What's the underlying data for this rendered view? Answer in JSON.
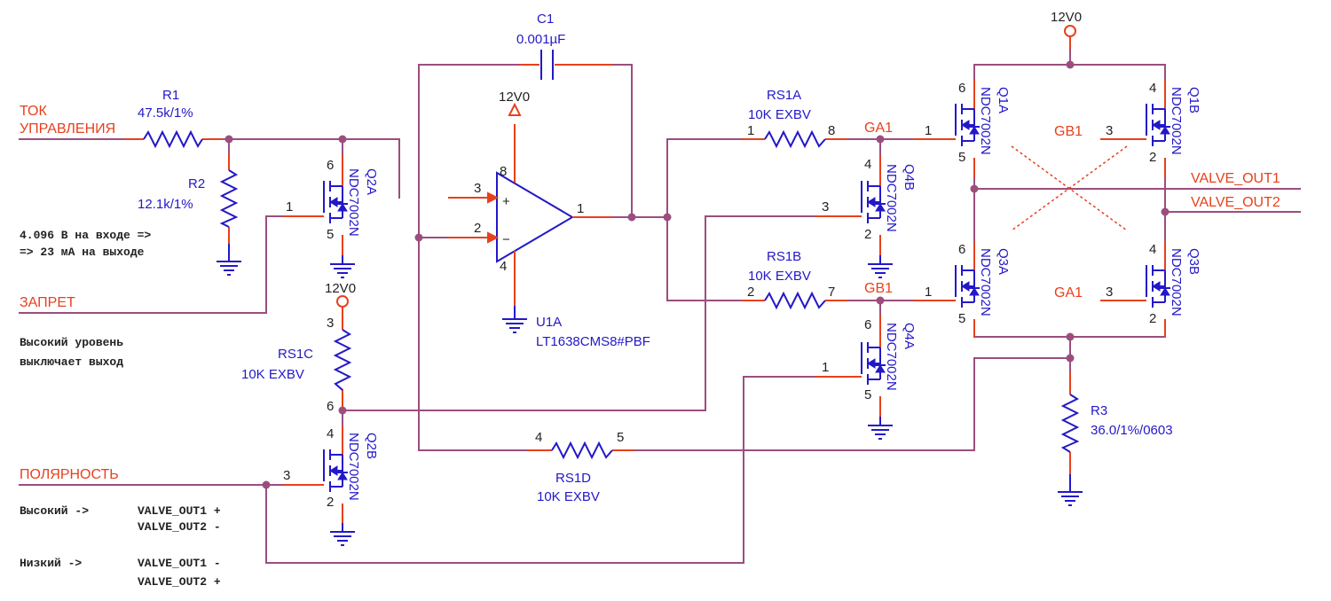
{
  "nets": {
    "tok_upravleniya_line1": "ТОК",
    "tok_upravleniya_line2": "УПРАВЛЕНИЯ",
    "zapret": "ЗАПРЕТ",
    "polyarnost": "ПОЛЯРНОСТЬ",
    "valve_out1": "VALVE_OUT1",
    "valve_out2": "VALVE_OUT2",
    "ga1": "GA1",
    "gb1": "GB1",
    "power_12v": "12V0"
  },
  "notes": {
    "input_line1": "4.096 В на входе =>",
    "input_line2": "=> 23 мА на выходе",
    "inhibit_line1": "Высокий уровень",
    "inhibit_line2": "выключает выход",
    "high_label": "Высокий ->",
    "high_out1": "VALVE_OUT1 +",
    "high_out2": "VALVE_OUT2 -",
    "low_label": "Низкий ->",
    "low_out1": "VALVE_OUT1 -",
    "low_out2": "VALVE_OUT2 +"
  },
  "components": {
    "r1": {
      "ref": "R1",
      "value": "47.5k/1%"
    },
    "r2": {
      "ref": "R2",
      "value": "12.1k/1%"
    },
    "c1": {
      "ref": "C1",
      "value": "0.001µF"
    },
    "u1a": {
      "ref": "U1A",
      "value": "LT1638CMS8#PBF",
      "pin_plus": "3",
      "pin_minus": "2",
      "pin_out": "1",
      "pin_vp": "8",
      "pin_vn": "4",
      "sym_plus": "+",
      "sym_minus": "−"
    },
    "rs1a": {
      "ref": "RS1A",
      "value": "10K EXBV",
      "pin_a": "1",
      "pin_b": "8"
    },
    "rs1b": {
      "ref": "RS1B",
      "value": "10K EXBV",
      "pin_a": "2",
      "pin_b": "7"
    },
    "rs1c": {
      "ref": "RS1C",
      "value": "10K EXBV",
      "pin_a": "3",
      "pin_b": "6"
    },
    "rs1d": {
      "ref": "RS1D",
      "value": "10K EXBV",
      "pin_a": "4",
      "pin_b": "5"
    },
    "r3": {
      "ref": "R3",
      "value": "36.0/1%/0603"
    },
    "q2a": {
      "ref": "Q2A",
      "part": "NDC7002N",
      "pin_g": "1",
      "pin_d": "6",
      "pin_s": "5"
    },
    "q2b": {
      "ref": "Q2B",
      "part": "NDC7002N",
      "pin_g": "3",
      "pin_d": "4",
      "pin_s": "2"
    },
    "q4a": {
      "ref": "Q4A",
      "part": "NDC7002N",
      "pin_g": "1",
      "pin_d": "6",
      "pin_s": "5"
    },
    "q4b": {
      "ref": "Q4B",
      "part": "NDC7002N",
      "pin_g": "3",
      "pin_d": "4",
      "pin_s": "2"
    },
    "q1a": {
      "ref": "Q1A",
      "part": "NDC7002N",
      "pin_g": "1",
      "pin_d": "6",
      "pin_s": "5"
    },
    "q1b": {
      "ref": "Q1B",
      "part": "NDC7002N",
      "pin_g": "3",
      "pin_d": "4",
      "pin_s": "2"
    },
    "q3a": {
      "ref": "Q3A",
      "part": "NDC7002N",
      "pin_g": "1",
      "pin_d": "6",
      "pin_s": "5"
    },
    "q3b": {
      "ref": "Q3B",
      "part": "NDC7002N",
      "pin_g": "3",
      "pin_d": "4",
      "pin_s": "2"
    }
  }
}
